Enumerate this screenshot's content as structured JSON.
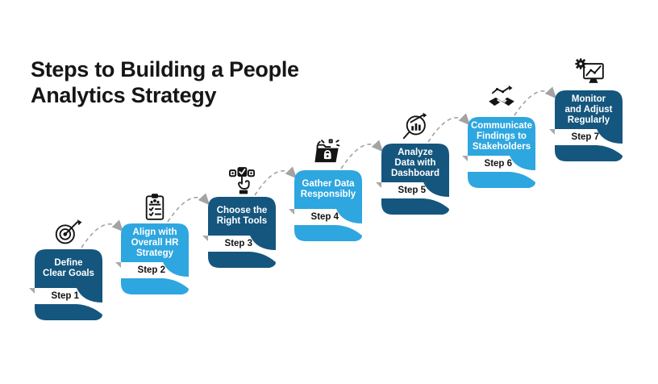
{
  "title": {
    "line1": "Steps to Building a People",
    "line2": "Analytics Strategy",
    "full": "Steps to Building a People Analytics Strategy"
  },
  "colors": {
    "dark_blue": "#15567e",
    "light_blue": "#2ea6df",
    "icon_black": "#141414",
    "connector_gray": "#a3a3a3",
    "text_black": "#161616",
    "card_text_white": "#ffffff"
  },
  "steps": [
    {
      "step": "Step 1",
      "label": "Define\nClear Goals",
      "theme": "dark",
      "icon": "target-arrow-icon"
    },
    {
      "step": "Step 2",
      "label": "Align with\nOverall HR\nStrategy",
      "theme": "light",
      "icon": "checklist-team-icon"
    },
    {
      "step": "Step 3",
      "label": "Choose the\nRight Tools",
      "theme": "dark",
      "icon": "select-tools-icon"
    },
    {
      "step": "Step 4",
      "label": "Gather Data\nResponsibly",
      "theme": "light",
      "icon": "secure-folder-icon"
    },
    {
      "step": "Step 5",
      "label": "Analyze\nData with\nDashboard",
      "theme": "dark",
      "icon": "magnifier-chart-icon"
    },
    {
      "step": "Step 6",
      "label": "Communicate\nFindings to\nStakeholders",
      "theme": "light",
      "icon": "handshake-growth-icon"
    },
    {
      "step": "Step 7",
      "label": "Monitor\nand Adjust\nRegularly",
      "theme": "dark",
      "icon": "monitor-gear-icon"
    }
  ]
}
